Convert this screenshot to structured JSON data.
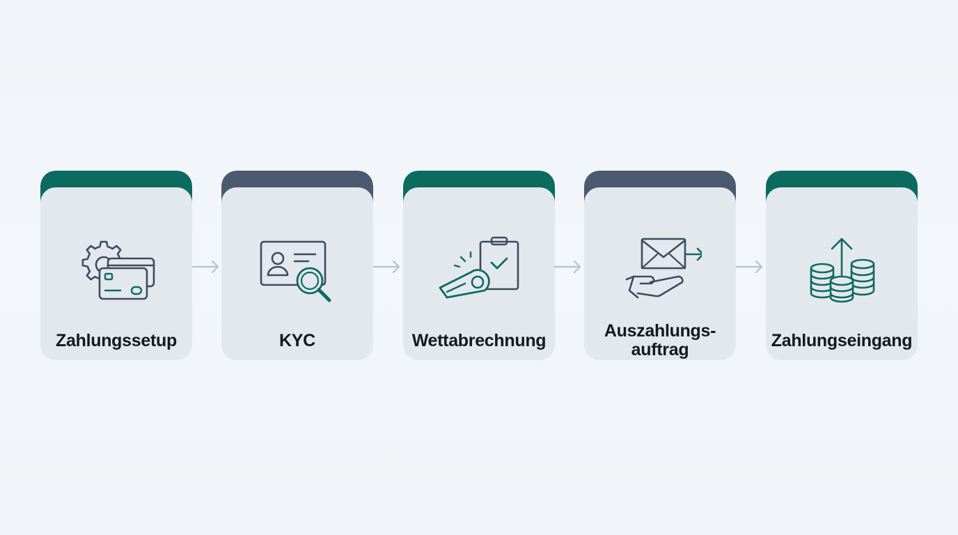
{
  "colors": {
    "background": "#f2f5f9",
    "card": "#e3e8ef",
    "accent_green": "#0b6b5e",
    "accent_slate": "#4b5a6e",
    "icon_green": "#0e6b5c",
    "icon_slate": "#3f4b5c",
    "arrow": "#b9c1cb",
    "label": "#15191f"
  },
  "steps": [
    {
      "label": "Zahlungssetup",
      "icon": "gear-credit-card-icon",
      "band": "green"
    },
    {
      "label": "KYC",
      "icon": "id-card-magnifier-icon",
      "band": "slate"
    },
    {
      "label": "Wettabrechnung",
      "icon": "whistle-clipboard-check-icon",
      "band": "green"
    },
    {
      "label": "Auszahlungs-\nauftrag",
      "icon": "envelope-hand-send-icon",
      "band": "slate"
    },
    {
      "label": "Zahlungseingang",
      "icon": "coins-arrow-up-icon",
      "band": "green"
    }
  ],
  "arrows": [
    "arrow-right-icon",
    "arrow-right-icon",
    "arrow-right-icon",
    "arrow-right-icon"
  ]
}
